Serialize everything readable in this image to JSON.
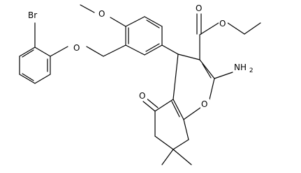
{
  "molecule": {
    "atom_labels": {
      "br": "Br",
      "ether_o": "O",
      "methoxy_o": "O",
      "ester_o_carbonyl": "O",
      "ester_o_alkoxy": "O",
      "amino": "NH",
      "amino_subscript": "2",
      "ketone_o": "O",
      "ring_o": "O"
    }
  }
}
